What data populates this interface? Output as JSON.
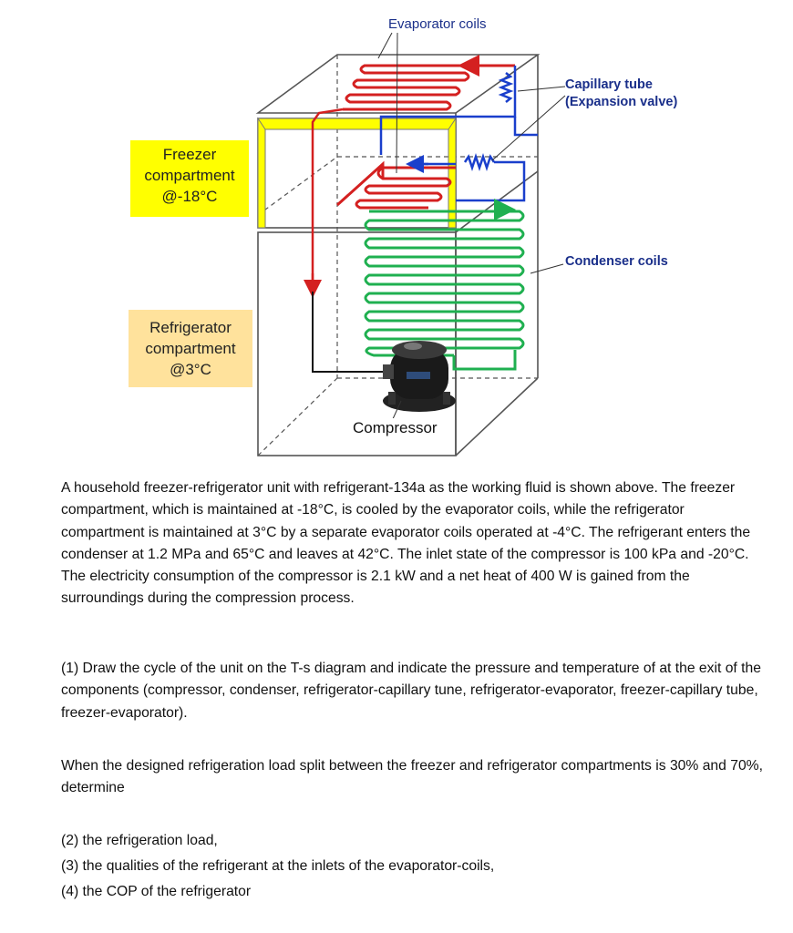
{
  "figure": {
    "freezer_label": [
      "Freezer",
      "compartment",
      "@-18°C"
    ],
    "refrigerator_label": [
      "Refrigerator",
      "compartment",
      "@3°C"
    ],
    "evaporator_coils": "Evaporator coils",
    "capillary_tube": [
      "Capillary tube",
      "(Expansion valve)"
    ],
    "condenser_coils": "Condenser coils",
    "compressor": "Compressor",
    "colors": {
      "evaporator": "#d42020",
      "condenser": "#1fb050",
      "capillary": "#1a3fcc",
      "freezer_shelf": "#ffff00",
      "freezer_label_bg": "#ffff00",
      "refrigerator_label_bg": "#ffe29c"
    }
  },
  "text": {
    "description": "A household freezer-refrigerator unit with refrigerant-134a as the working fluid is shown above. The freezer compartment, which is maintained at -18°C, is cooled by the evaporator coils, while the refrigerator compartment is maintained at 3°C by a separate evaporator coils operated at -4°C. The refrigerant enters the condenser at 1.2 MPa and 65°C and leaves at 42°C. The inlet state of the compressor is 100 kPa and -20°C. The electricity consumption of the compressor is 2.1 kW and a net heat of 400 W is gained from the surroundings during the compression process.",
    "question_1": "(1) Draw the cycle of the unit on the T-s diagram and indicate the pressure and temperature of at the exit of the components (compressor, condenser, refrigerator-capillary tune, refrigerator-evaporator, freezer-capillary tube, freezer-evaporator).",
    "split": "When the designed refrigeration load split between the freezer and refrigerator compartments is 30% and 70%, determine",
    "question_2": "(2) the refrigeration load,",
    "question_3": "(3) the qualities of the refrigerant at the inlets of the evaporator-coils,",
    "question_4": "(4) the COP of the refrigerator"
  }
}
